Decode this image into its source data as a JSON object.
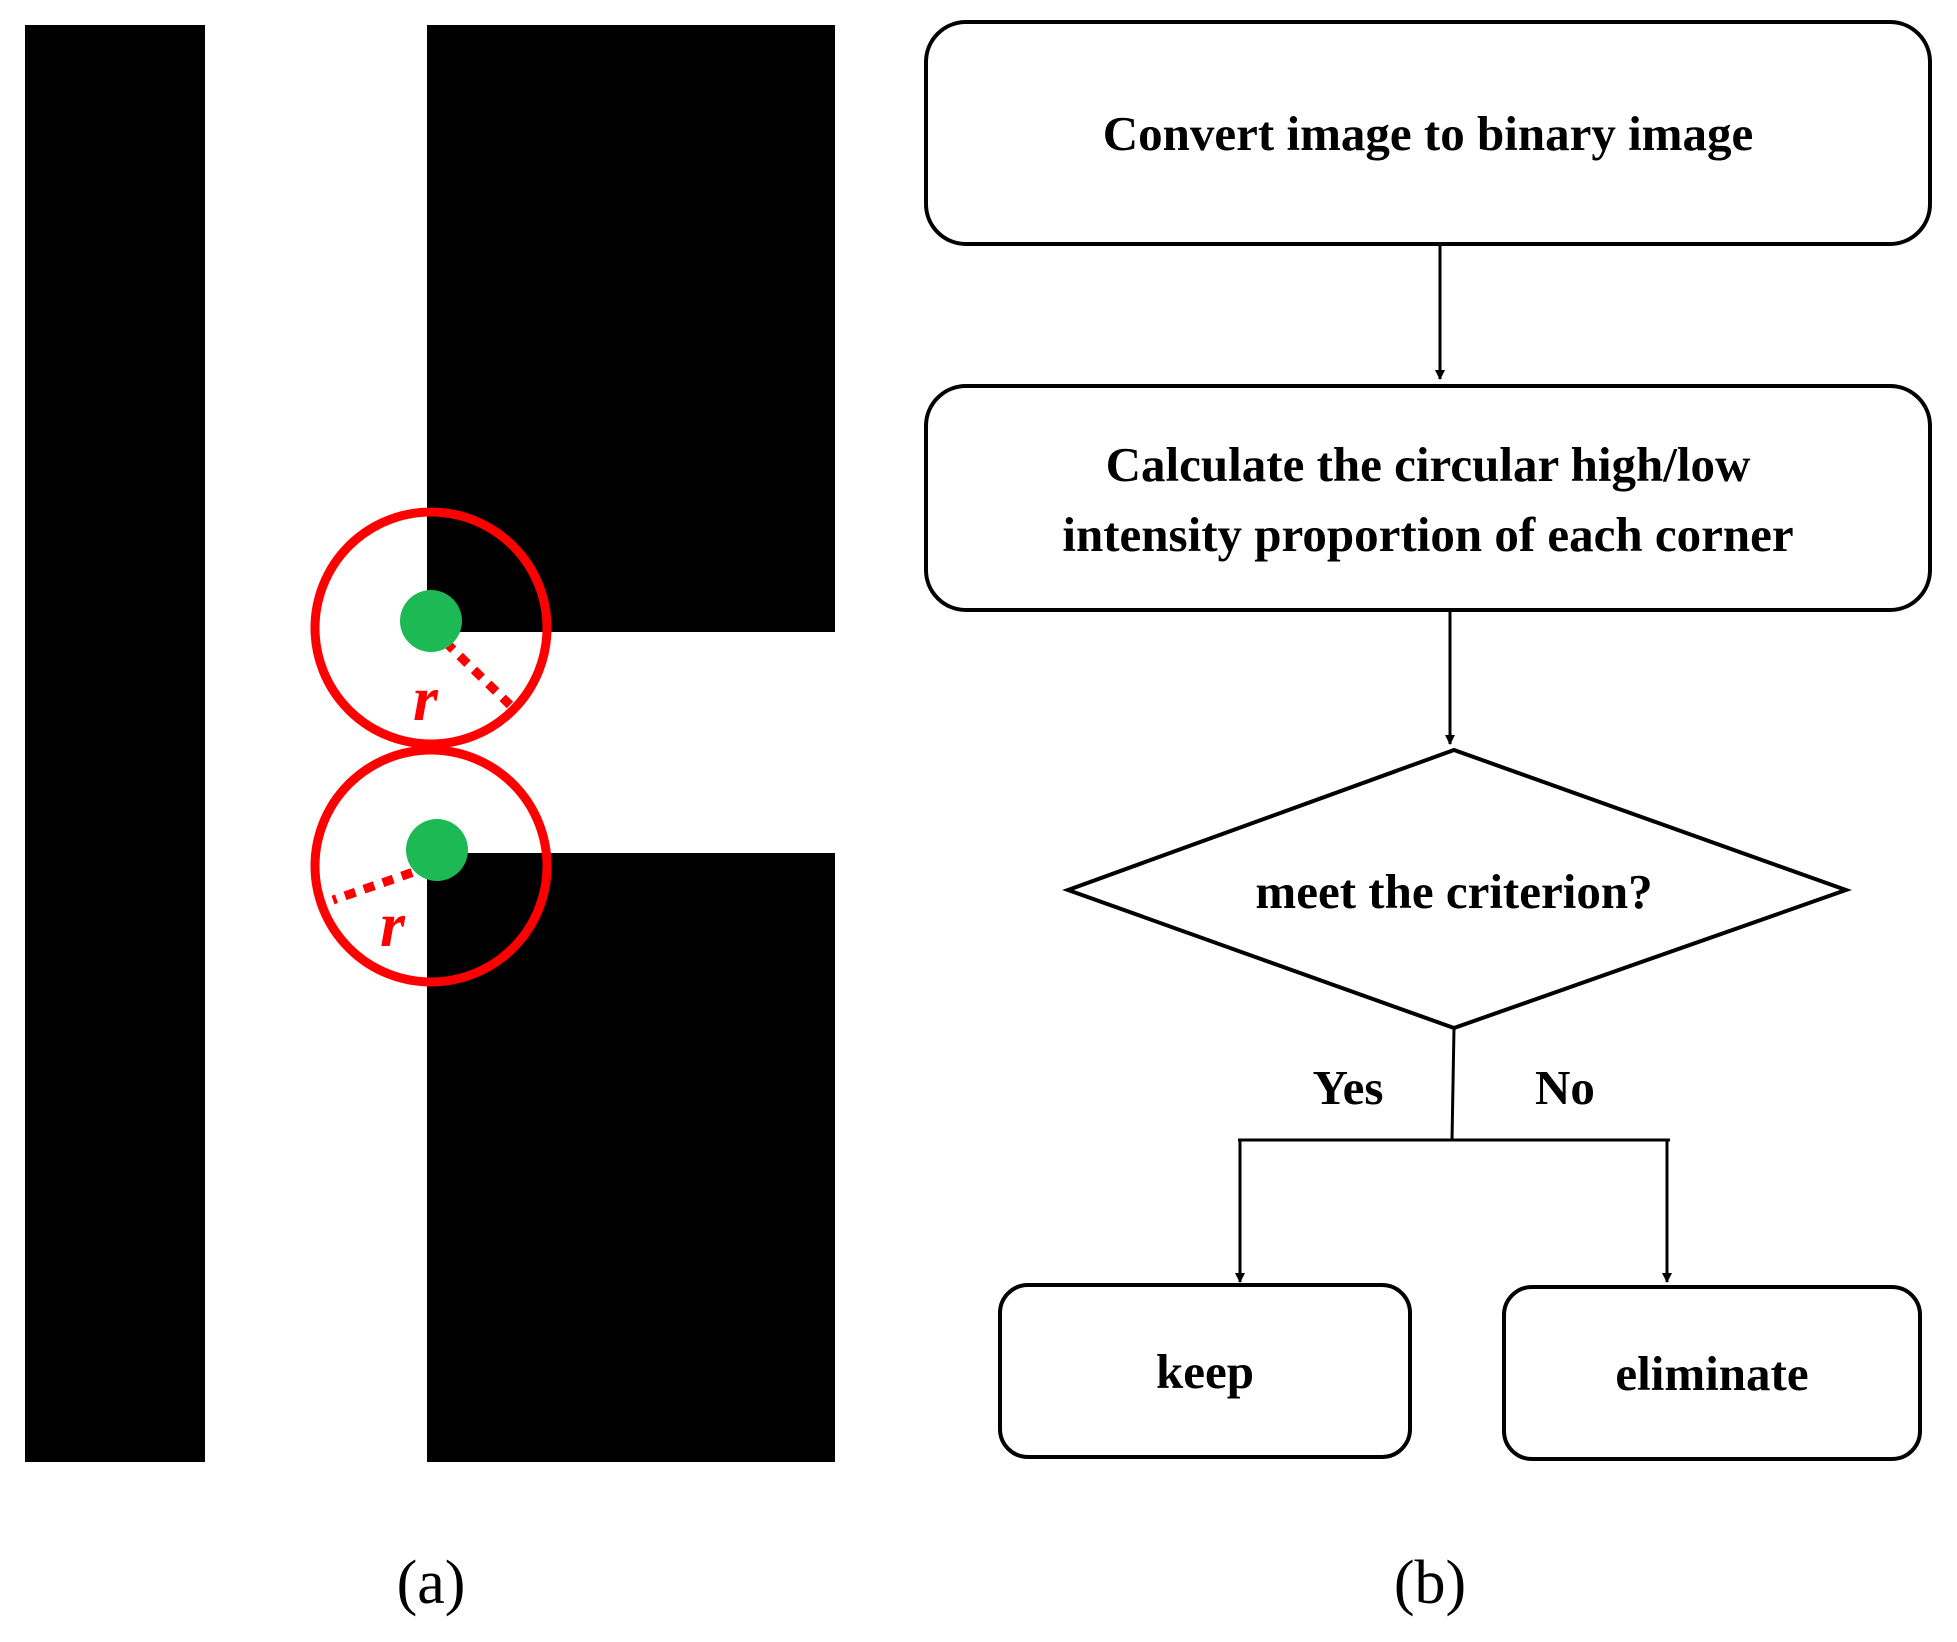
{
  "panel_a": {
    "label": "(a)",
    "radius_symbol": "r",
    "colors": {
      "foreground": "#000000",
      "background": "#ffffff",
      "circle": "#ff0000",
      "corner_point": "#1db954"
    }
  },
  "panel_b": {
    "label": "(b)",
    "steps": {
      "convert": "Convert image to binary image",
      "calculate_line1": "Calculate the circular high/low",
      "calculate_line2": "intensity proportion of each corner",
      "decision": "meet the criterion?",
      "yes": "Yes",
      "no": "No",
      "keep": "keep",
      "eliminate": "eliminate"
    }
  }
}
